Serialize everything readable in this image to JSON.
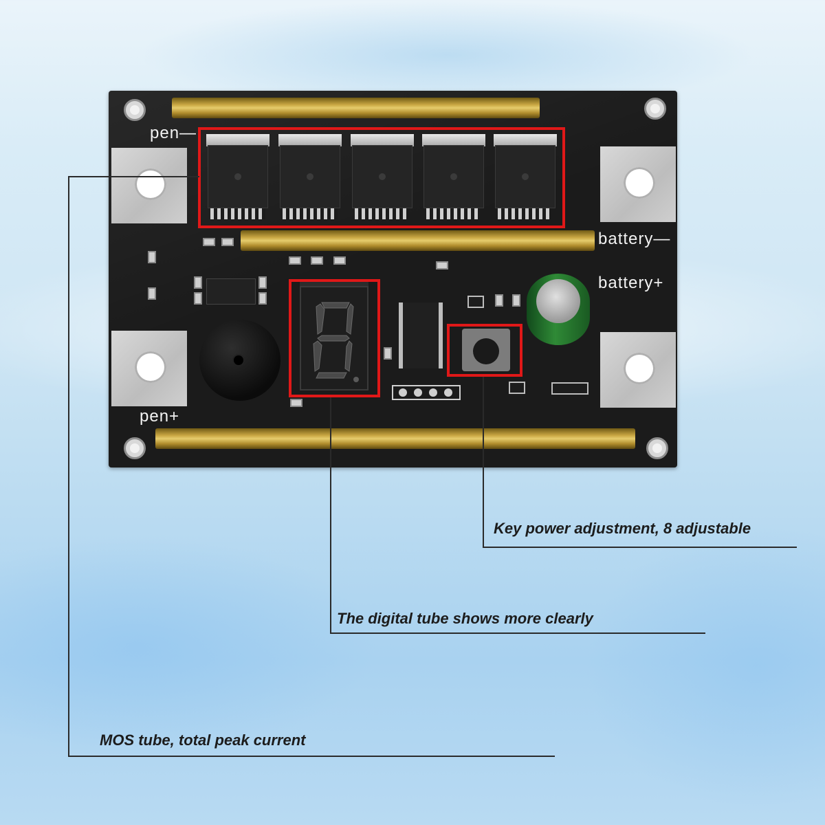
{
  "board": {
    "silk_pen_minus": "pen—",
    "silk_pen_plus": "pen+",
    "silk_battery_minus": "battery—",
    "silk_battery_plus": "battery+",
    "digit_shown": "8",
    "highlight_color": "#e01818"
  },
  "callouts": {
    "key_power": "Key power adjustment, 8 adjustable",
    "digital_tube": "The digital tube shows more clearly",
    "mos_tube": "MOS tube, total peak current"
  }
}
